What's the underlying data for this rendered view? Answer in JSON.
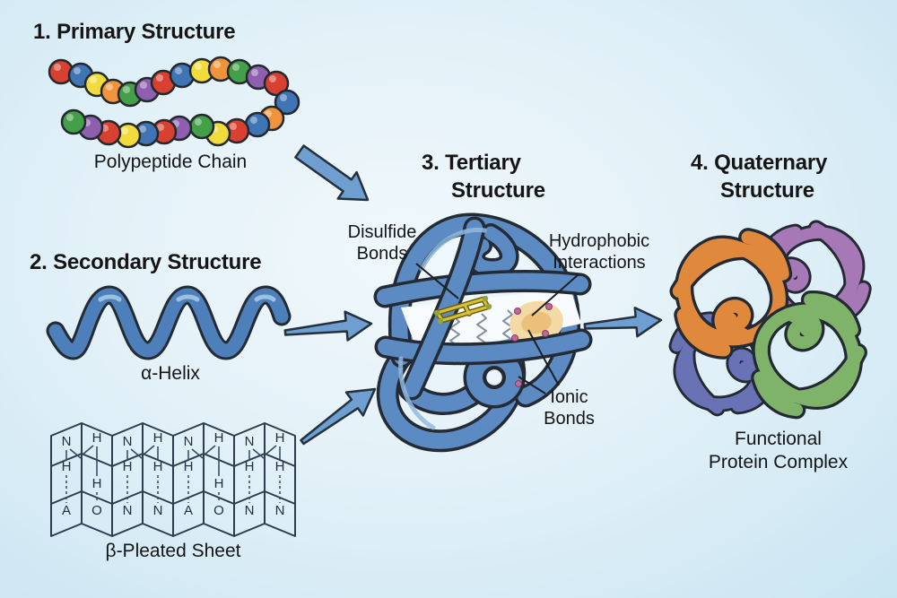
{
  "arrow_color": "#6f9ed0",
  "primary": {
    "heading": "1. Primary Structure",
    "caption": "Polypeptide Chain",
    "bead_palette": {
      "red": "#d8402f",
      "blue": "#3f74b5",
      "yellow": "#f2dc3b",
      "orange": "#ef943b",
      "green": "#44a048",
      "purple": "#8d5fae"
    },
    "bead_sequence": [
      "red",
      "blue",
      "yellow",
      "orange",
      "green",
      "purple",
      "red",
      "blue",
      "yellow",
      "orange",
      "green",
      "purple",
      "red",
      "blue",
      "orange",
      "blue",
      "red",
      "yellow",
      "green",
      "purple",
      "red",
      "blue",
      "yellow",
      "red",
      "purple",
      "green"
    ]
  },
  "secondary": {
    "heading": "2. Secondary Structure",
    "alpha_helix": {
      "caption": "α-Helix",
      "ribbon_color": "#4d7fba",
      "highlight_color": "#a9cbe6"
    },
    "beta_sheet": {
      "caption": "β-Pleated Sheet",
      "panel_light": "#d6e7f5",
      "panel_medium": "#a9c7e6",
      "columns": [
        {
          "top": "N",
          "mid": "H",
          "bottom": "A"
        },
        {
          "top": "H",
          "mid": "H",
          "bottom": "O"
        },
        {
          "top": "N",
          "mid": "H",
          "bottom": "N"
        },
        {
          "top": "H",
          "mid": "H",
          "bottom": "N"
        },
        {
          "top": "N",
          "mid": "H",
          "bottom": "A"
        },
        {
          "top": "H",
          "mid": "H",
          "bottom": "O"
        },
        {
          "top": "N",
          "mid": "H",
          "bottom": "N"
        },
        {
          "top": "H",
          "mid": "H",
          "bottom": "N"
        }
      ]
    }
  },
  "tertiary": {
    "heading_line1": "3. Tertiary",
    "heading_line2": "Structure",
    "tube_color": "#5c8bc4",
    "highlight_color": "#92b8dd",
    "labels": {
      "disulfide_line1": "Disulfide",
      "disulfide_line2": "Bonds",
      "hydrophobic_line1": "Hydrophobic",
      "hydrophobic_line2": "Interactions",
      "ionic_line1": "Ionic",
      "ionic_line2": "Bonds"
    },
    "disulfide_color": "#d8c232",
    "hydrophobic_color": "#f3d9a4",
    "ionic_dot_color": "#c2679d"
  },
  "quaternary": {
    "heading_line1": "4. Quaternary",
    "heading_line2": "Structure",
    "caption_line1": "Functional",
    "caption_line2": "Protein Complex",
    "subunit_colors": {
      "orange": "#e0893c",
      "purple": "#a678b5",
      "blue": "#6872b5",
      "green": "#7fb369"
    }
  }
}
